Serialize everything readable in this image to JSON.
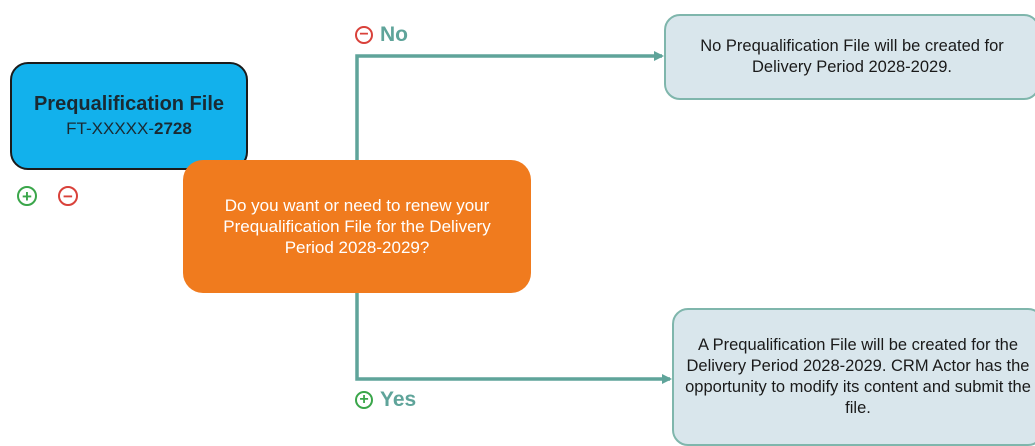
{
  "prequal_box": {
    "title": "Prequalification File",
    "code_prefix": "FT-XXXXX-",
    "code_suffix": "2728",
    "color": "#12b1ec"
  },
  "controls": {
    "expand_symbol": "+",
    "collapse_symbol": "−",
    "expand_icon": "plus-circle-icon",
    "collapse_icon": "minus-circle-icon"
  },
  "decision": {
    "text": "Do you want or need to renew your Prequalification File for the Delivery Period 2028-2029?",
    "color": "#f07b1e"
  },
  "branches": {
    "no": {
      "label": "No",
      "symbol": "−",
      "icon": "minus-circle-icon",
      "outcome": "No Prequalification File will be created for Delivery Period 2028-2029."
    },
    "yes": {
      "label": "Yes",
      "symbol": "+",
      "icon": "plus-circle-icon",
      "outcome": "A Prequalification File will be created for the Delivery Period 2028-2029. CRM Actor has the opportunity to modify its content and submit the file."
    }
  },
  "colors": {
    "connector": "#5fa49a",
    "outcome_fill": "#d9e6ec",
    "outcome_border": "#7fb6ac",
    "minus": "#d9413a",
    "plus": "#3aa64a"
  }
}
